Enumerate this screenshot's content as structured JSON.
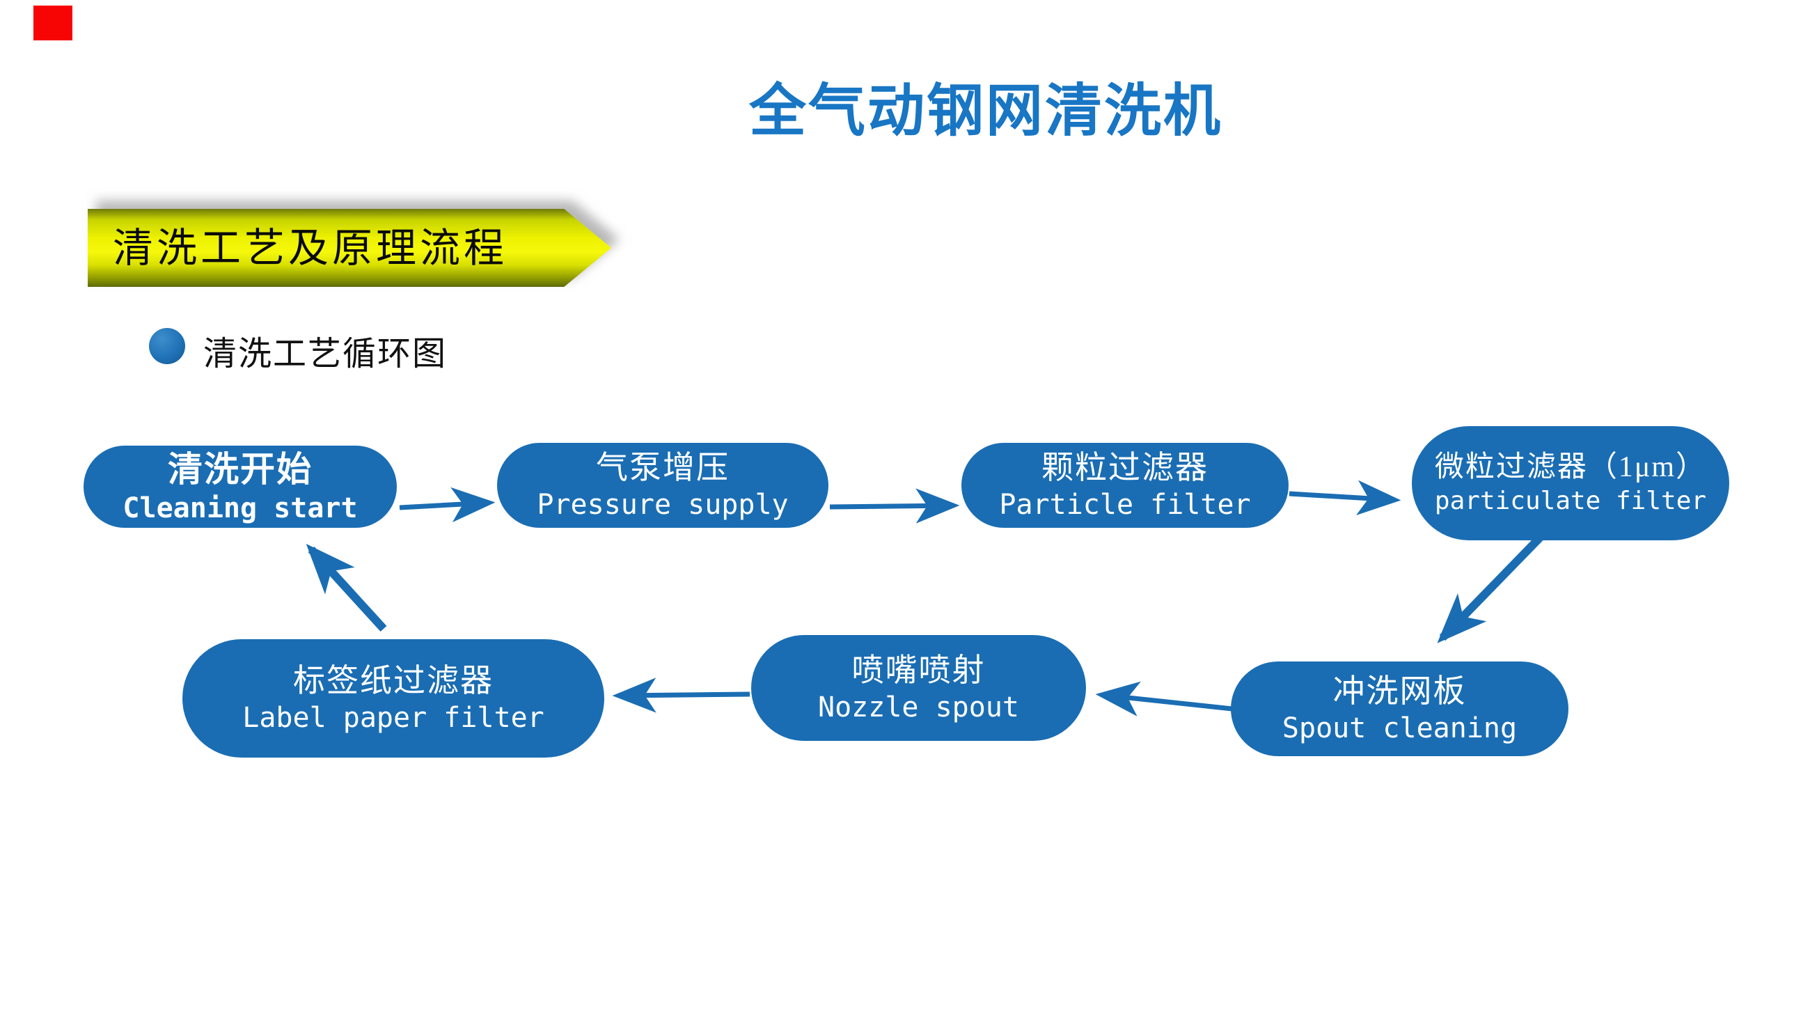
{
  "slide": {
    "title": "全气动钢网清洗机",
    "banner_title": "清洗工艺及原理流程",
    "bullet_label": "清洗工艺循环图"
  },
  "flowchart": {
    "nodes": [
      {
        "zh": "清洗开始",
        "en": "Cleaning start"
      },
      {
        "zh": "气泵增压",
        "en": "Pressure supply"
      },
      {
        "zh": "颗粒过滤器",
        "en": "Particle filter"
      },
      {
        "zh": "微粒过滤器（1μm）",
        "en": "particulate filter"
      },
      {
        "zh": "冲洗网板",
        "en": "Spout cleaning"
      },
      {
        "zh": "喷嘴喷射",
        "en": "Nozzle spout"
      },
      {
        "zh": "标签纸过滤器",
        "en": "Label paper filter"
      }
    ],
    "flow_sequence": [
      "清洗开始",
      "气泵增压",
      "颗粒过滤器",
      "微粒过滤器（1μm）",
      "冲洗网板",
      "喷嘴喷射",
      "标签纸过滤器",
      "清洗开始"
    ]
  },
  "colors": {
    "title_blue": "#1876C4",
    "node_blue": "#1A6DB3",
    "banner_yellow": "#EEF200",
    "marker_red": "#F70505"
  }
}
